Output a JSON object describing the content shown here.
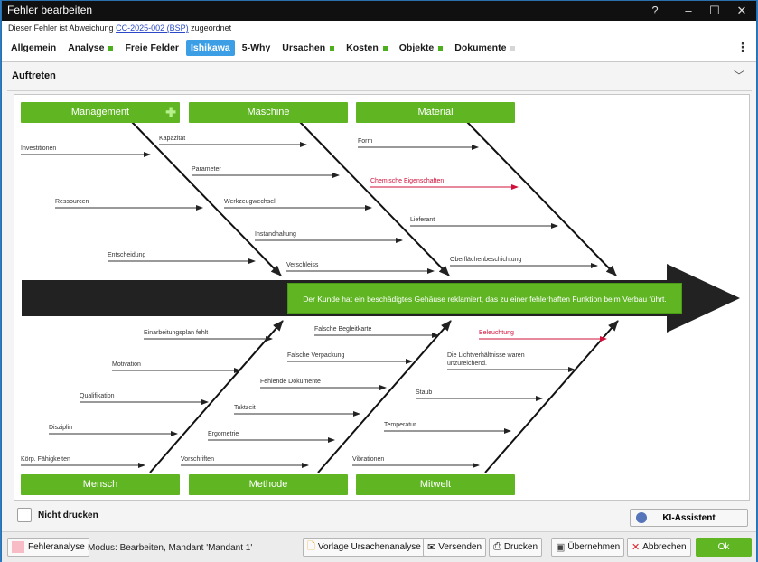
{
  "window": {
    "title": "Fehler bearbeiten",
    "help": "?",
    "minimize": "–",
    "maximize": "☐",
    "close": "✕"
  },
  "info": {
    "prefix": "Dieser Fehler ist Abweichung",
    "link": "CC-2025-002 (BSP)",
    "suffix": "zugeordnet"
  },
  "tabs": [
    {
      "label": "Allgemein",
      "dot": null
    },
    {
      "label": "Analyse",
      "dot": "#4caf1e"
    },
    {
      "label": "Freie Felder",
      "dot": null
    },
    {
      "label": "Ishikawa",
      "dot": null,
      "active": true
    },
    {
      "label": "5-Why",
      "dot": null
    },
    {
      "label": "Ursachen",
      "dot": "#4caf1e"
    },
    {
      "label": "Kosten",
      "dot": "#4caf1e"
    },
    {
      "label": "Objekte",
      "dot": "#4caf1e"
    },
    {
      "label": "Dokumente",
      "dot": "#d6d6d6"
    }
  ],
  "more_icon": "⋮",
  "section": {
    "label": "Auftreten",
    "chevron": "﹀"
  },
  "diagram": {
    "effect": "Der Kunde hat ein beschädigtes Gehäuse reklamiert, das zu einer fehlerhaften Funktion beim Verbau führt.",
    "categories_top": [
      {
        "name": "Management",
        "add_icon": "✚",
        "causes": [
          "Investitionen",
          "Kapazität",
          "Ressourcen",
          "Entscheidung"
        ]
      },
      {
        "name": "Maschine",
        "causes": [
          "Parameter",
          "Werkzeugwechsel",
          "Instandhaltung",
          "Verschleiss"
        ]
      },
      {
        "name": "Material",
        "causes": [
          "Form",
          "Chemische Eigenschaften",
          "Lieferant",
          "Oberflächenbeschichtung"
        ]
      }
    ],
    "categories_bottom": [
      {
        "name": "Mensch",
        "causes": [
          "Einarbeitungsplan fehlt",
          "Motivation",
          "Qualifikation",
          "Disziplin",
          "Körp. Fähigkeiten"
        ]
      },
      {
        "name": "Methode",
        "causes": [
          "Falsche Begleitkarte",
          "Falsche Verpackung",
          "Fehlende Dokumente",
          "Taktzeit",
          "Ergometrie",
          "Vorschriften"
        ]
      },
      {
        "name": "Mitwelt",
        "causes": [
          "Beleuchtung",
          "Die Lichtverhältnisse waren",
          "unzureichend.",
          "Staub",
          "Temperatur",
          "Vibrationen"
        ]
      }
    ],
    "highlight_color": "#d0103a",
    "category_color": "#5fb522",
    "spine_color": "#222222"
  },
  "print": {
    "label": "Nicht drucken",
    "checked": false
  },
  "ki": {
    "label": "KI-Assistent"
  },
  "footer": {
    "type_label": "Fehleranalyse",
    "mode": "Modus: Bearbeiten, Mandant 'Mandant 1'",
    "template": "Vorlage Ursachenanalyse",
    "send": "Versenden",
    "print": "Drucken",
    "apply": "Übernehmen",
    "cancel": "Abbrechen",
    "ok": "Ok"
  }
}
